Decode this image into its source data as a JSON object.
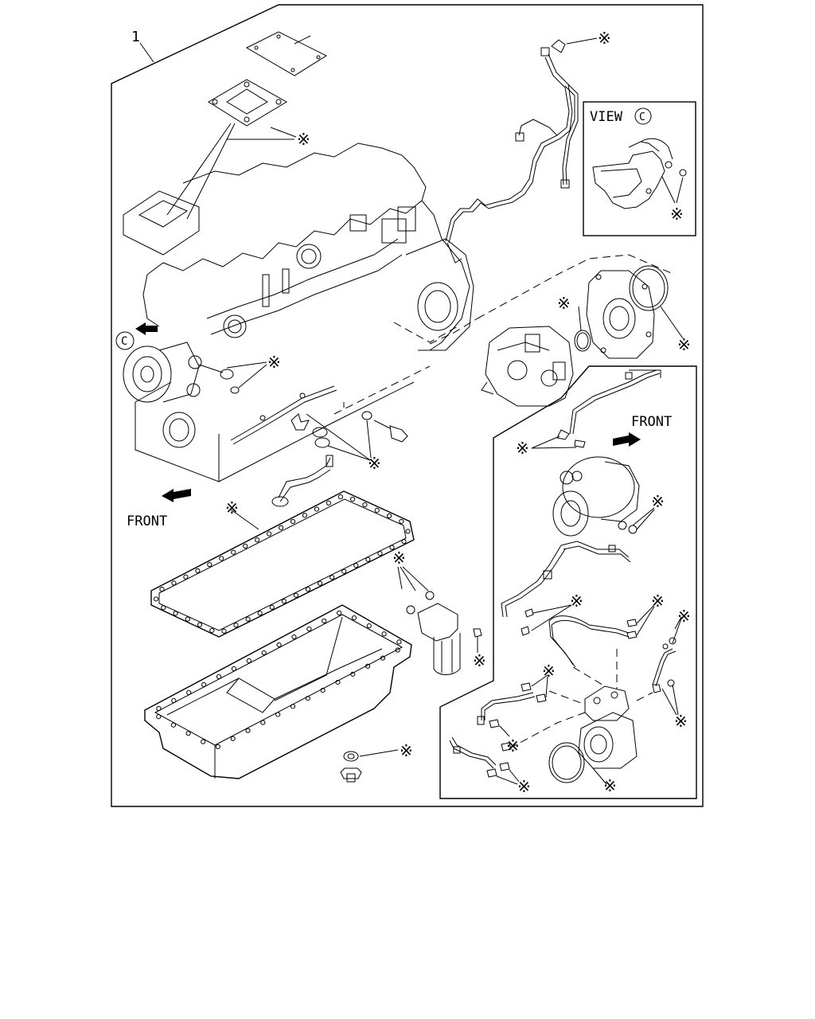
{
  "diagram": {
    "ref_number": "1",
    "view_label": "VIEW",
    "view_ref": "C",
    "callout_c": "C",
    "front_label_left": "FRONT",
    "front_label_right": "FRONT",
    "asterisk": "※"
  }
}
